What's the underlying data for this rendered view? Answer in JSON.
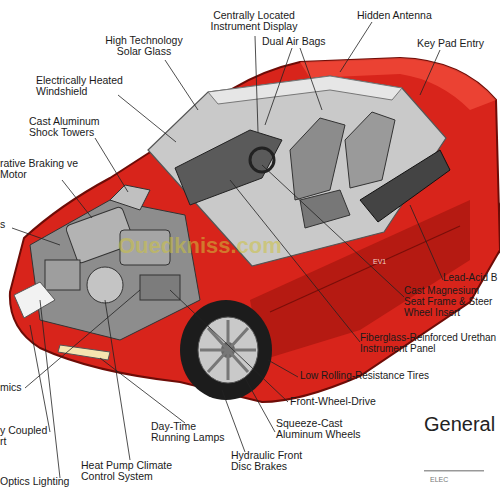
{
  "diagram": {
    "labels": [
      "Centrally Located Instrument Display",
      "Hidden Antenna",
      "High Technology Solar Glass",
      "Dual Air Bags",
      "Key Pad Entry",
      "Electrically Heated Windshield",
      "Cast Aluminum Shock Towers",
      "rative Braking ve Motor",
      "s",
      "Ouedkniss.com",
      "EV1",
      "Lead-Acid B",
      "Cast Magnesium Seat Frame & Steer Wheel Insert",
      "Fiberglass-Reinforced Urethan Instrument Panel",
      "Low Rolling-Resistance Tires",
      "mics",
      "Front-Wheel-Drive",
      "General",
      "Squeeze-Cast Aluminum Wheels",
      "Day-Time Running Lamps",
      "y Coupled rt",
      "Hydraulic Front Disc Brakes",
      "Heat Pump Climate Control System",
      "Optics Lighting",
      "ELEC"
    ]
  }
}
